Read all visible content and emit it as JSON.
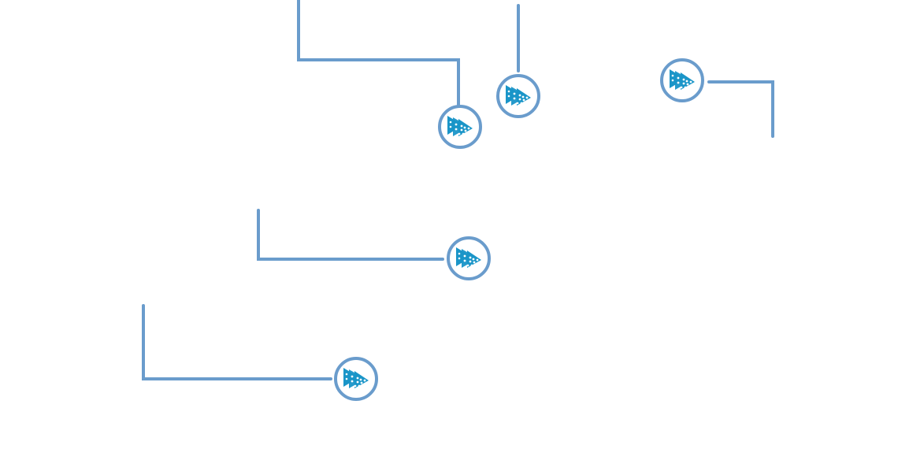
{
  "colors": {
    "connector": "#6a9ccc",
    "node_ring": "#6a9ccc",
    "icon": "#1a95c8",
    "background": "#ffffff"
  },
  "node_icon": "sailboat-icon",
  "nodes": [
    {
      "name": "node-1",
      "icon": "sailboat-icon"
    },
    {
      "name": "node-2",
      "icon": "sailboat-icon"
    },
    {
      "name": "node-3",
      "icon": "sailboat-icon"
    },
    {
      "name": "node-4",
      "icon": "sailboat-icon"
    },
    {
      "name": "node-5",
      "icon": "sailboat-icon"
    }
  ]
}
